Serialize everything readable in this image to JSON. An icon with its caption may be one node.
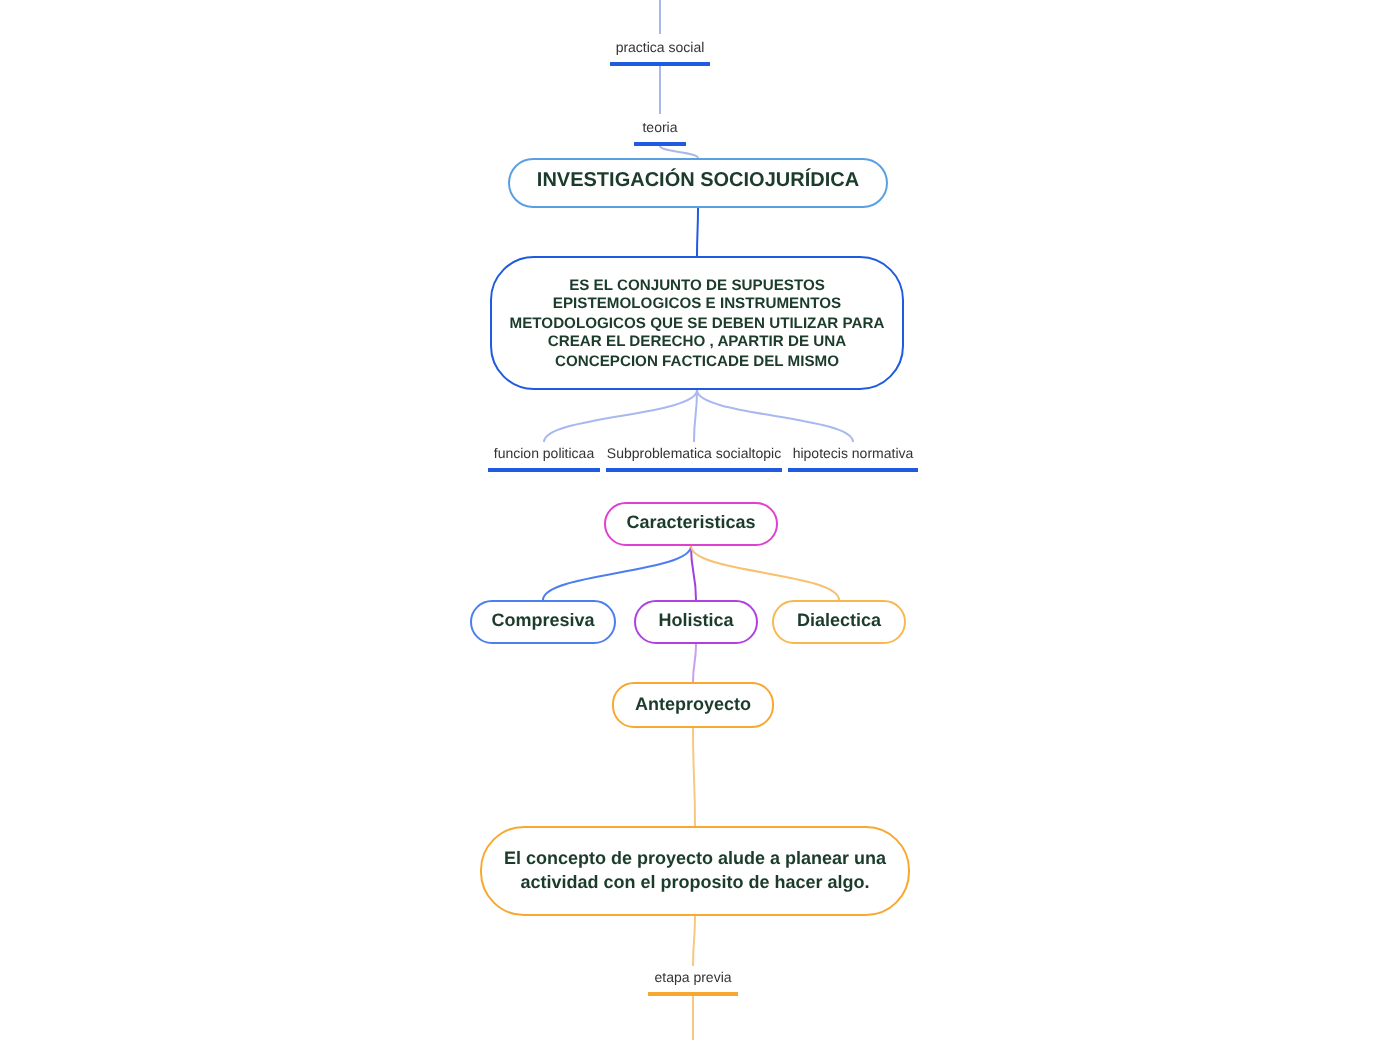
{
  "diagram": {
    "nodes": [
      {
        "text": [
          "practica social"
        ]
      },
      {
        "text": [
          "teoria"
        ]
      },
      {
        "text": [
          "INVESTIGACIÓN SOCIOJURÍDICA"
        ]
      },
      {
        "text": [
          "ES EL CONJUNTO DE SUPUESTOS EPISTEMOLOGICOS E INSTRUMENTOS METODOLOGICOS QUE SE DEBEN UTILIZAR PARA CREAR EL DERECHO , APARTIR DE UNA CONCEPCION FACTICADE DEL MISMO"
        ]
      },
      {
        "text": [
          "funcion politicaa"
        ]
      },
      {
        "text": [
          "Subproblematica socialtopic"
        ]
      },
      {
        "text": [
          "hipotecis normativa"
        ]
      },
      {
        "text": [
          "Caracteristicas"
        ]
      },
      {
        "text": [
          "Compresiva"
        ]
      },
      {
        "text": [
          "Holistica"
        ]
      },
      {
        "text": [
          "Dialectica"
        ]
      },
      {
        "text": [
          "Anteproyecto"
        ]
      },
      {
        "text": [
          "El concepto de proyecto alude a planear una actividad con el proposito de hacer algo."
        ]
      },
      {
        "text": [
          "etapa previa"
        ]
      }
    ],
    "edges": [
      {
        "from": null,
        "to": 0,
        "arrow": "none",
        "color": "#a9b8e8"
      },
      {
        "from": 0,
        "to": 1,
        "arrow": "none",
        "color": "#a9b8e8"
      },
      {
        "from": 1,
        "to": 2,
        "arrow": "none",
        "color": "#a9b8e8"
      },
      {
        "from": 2,
        "to": 3,
        "arrow": "none",
        "color": "#1f5be0"
      },
      {
        "from": 3,
        "to": 4,
        "arrow": "none",
        "color": "#a9b8f0"
      },
      {
        "from": 3,
        "to": 5,
        "arrow": "none",
        "color": "#a9b8f0"
      },
      {
        "from": 3,
        "to": 6,
        "arrow": "none",
        "color": "#a9b8f0"
      },
      {
        "from": 7,
        "to": 8,
        "arrow": "none",
        "color": "#4d7ef0"
      },
      {
        "from": 7,
        "to": 9,
        "arrow": "none",
        "color": "#a040e0"
      },
      {
        "from": 7,
        "to": 10,
        "arrow": "none",
        "color": "#f8c070"
      },
      {
        "from": 9,
        "to": 11,
        "arrow": "none",
        "color": "#c8a0f0"
      },
      {
        "from": 11,
        "to": 12,
        "arrow": "none",
        "color": "#f8c880"
      },
      {
        "from": 12,
        "to": 13,
        "arrow": "none",
        "color": "#f8c880"
      },
      {
        "from": 13,
        "to": null,
        "arrow": "none",
        "color": "#f8c880"
      }
    ]
  }
}
